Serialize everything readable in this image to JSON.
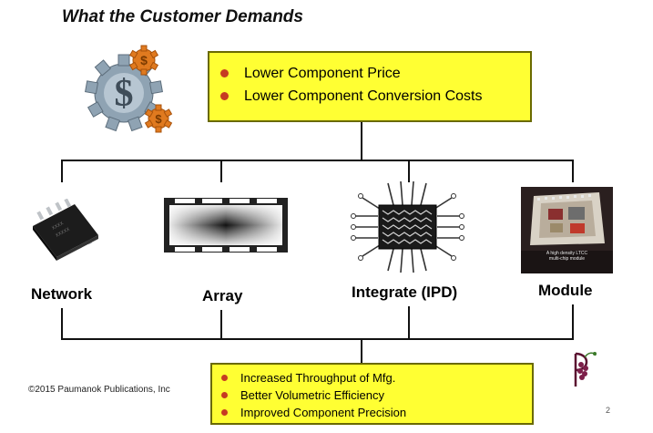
{
  "title": "What the Customer Demands",
  "top_box": {
    "bullets": [
      "Lower Component Price",
      "Lower Component Conversion Costs"
    ]
  },
  "categories": [
    {
      "label": "Network",
      "icon": "network-chip-icon"
    },
    {
      "label": "Array",
      "icon": "array-component-icon"
    },
    {
      "label": "Integrate (IPD)",
      "icon": "integrated-passive-device-icon"
    },
    {
      "label": "Module",
      "icon": "ltcc-module-photo"
    }
  ],
  "module_caption": [
    "A high density LTCC",
    "multi-chip module"
  ],
  "bottom_box": {
    "bullets": [
      "Increased Throughput of Mfg.",
      "Better Volumetric Efficiency",
      "Improved Component Precision"
    ]
  },
  "copyright": "©2015 Paumanok Publications, Inc",
  "page_number": "2",
  "colors": {
    "box_fill": "#ffff33",
    "bullet": "#c63c22",
    "gear_steel": "#8fa3b3",
    "gear_orange": "#e07a1f"
  },
  "decorations": [
    "gears-dollar-icon",
    "paumanok-logo"
  ]
}
